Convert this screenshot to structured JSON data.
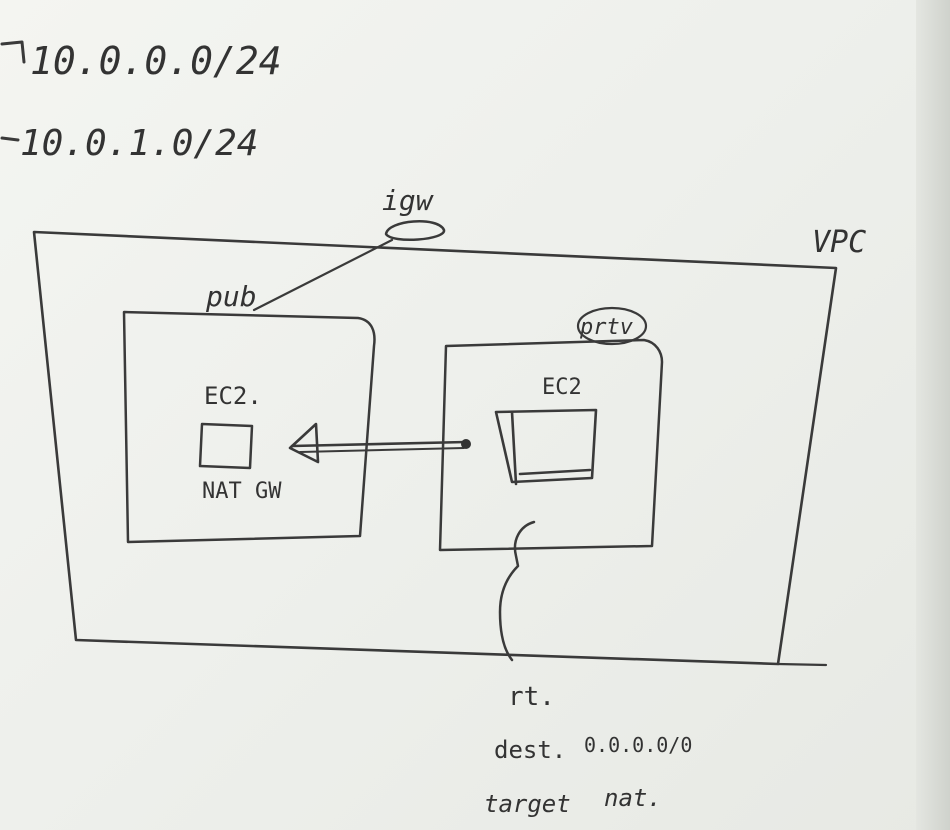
{
  "cidrs": {
    "cidr_1": "10.0.0.0/24",
    "cidr_2": "10.0.1.0/24"
  },
  "labels": {
    "igw": "igw",
    "vpc": "VPC",
    "pub": "pub",
    "prtv": "prtv",
    "ec2_public": "EC2.",
    "nat_gw": "NAT GW",
    "ec2_private": "EC2"
  },
  "route_table": {
    "title": "rt.",
    "dest_label": "dest.",
    "dest_value": "0.0.0.0/0",
    "target_label": "target",
    "target_value": "nat."
  }
}
